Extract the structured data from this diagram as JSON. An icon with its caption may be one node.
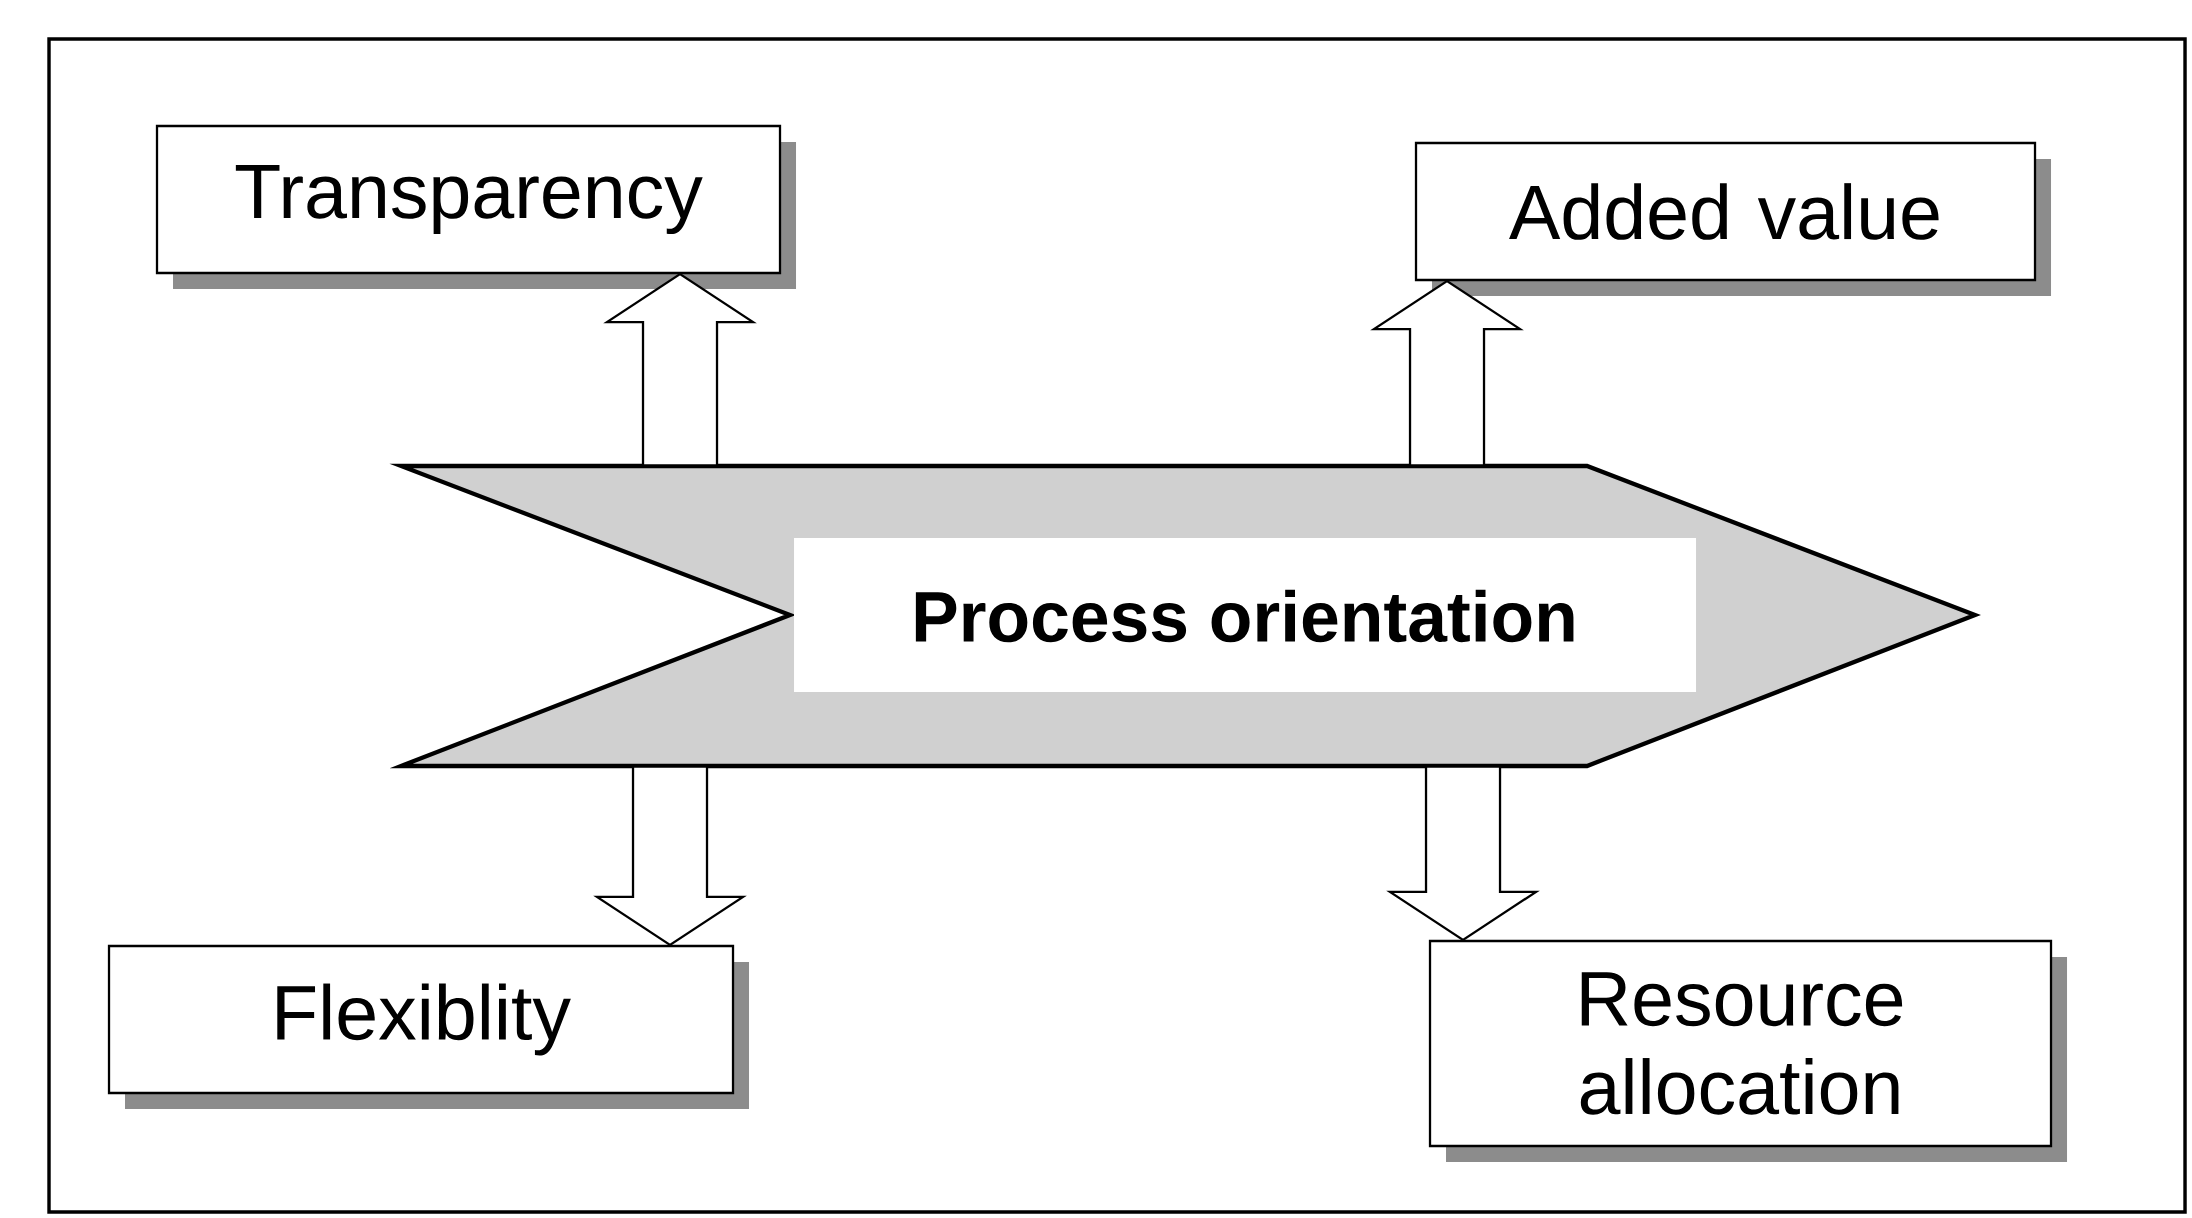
{
  "diagram": {
    "nodes": [
      {
        "text": [
          "Process orientation"
        ]
      },
      {
        "text": [
          "Transparency"
        ]
      },
      {
        "text": [
          "Added value"
        ]
      },
      {
        "text": [
          "Flexiblity"
        ]
      },
      {
        "text": [
          "Resource allocation"
        ]
      }
    ],
    "edges": [
      {
        "from": 0,
        "to": 1,
        "arrow": "to"
      },
      {
        "from": 0,
        "to": 2,
        "arrow": "to"
      },
      {
        "from": 0,
        "to": 3,
        "arrow": "to"
      },
      {
        "from": 0,
        "to": 4,
        "arrow": "to"
      }
    ]
  }
}
